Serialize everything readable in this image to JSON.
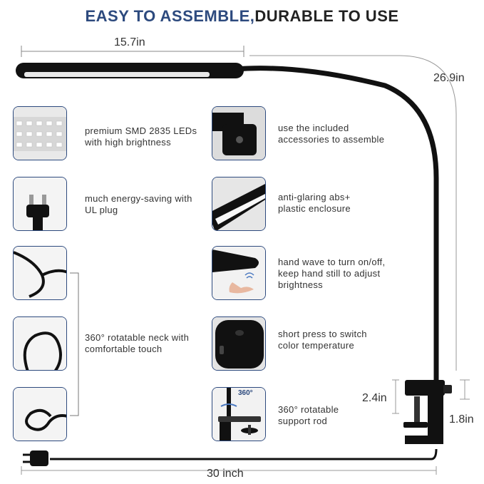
{
  "header": {
    "title_part1": "EASY TO ASSEMBLE,",
    "title_part2": "DURABLE TO USE"
  },
  "dimensions": {
    "bar_length": "15.7in",
    "height": "26.9in",
    "clamp_opening": "2.4in",
    "clamp_depth": "1.8in",
    "cord_length": "30 inch"
  },
  "features_left": [
    {
      "icon": "led-strip-icon",
      "text": "premium SMD 2835 LEDs with high brightness"
    },
    {
      "icon": "plug-icon",
      "text": "much energy-saving with UL plug"
    },
    {
      "icon": "gooseneck-icon",
      "text": "360° rotatable neck with comfortable touch"
    }
  ],
  "features_right": [
    {
      "icon": "mount-socket-icon",
      "text": "use  the included accessories to assemble"
    },
    {
      "icon": "lamp-shade-icon",
      "text": "anti-glaring abs+ plastic enclosure"
    },
    {
      "icon": "hand-wave-icon",
      "text": "hand wave to turn on/off, keep hand still to adjust brightness"
    },
    {
      "icon": "button-icon",
      "text": "short press to switch color temperature"
    },
    {
      "icon": "rotate-rod-icon",
      "text": "360° rotatable support rod",
      "badge": "360°"
    }
  ],
  "colors": {
    "accent": "#2d4a7e",
    "lamp_black": "#111111"
  }
}
